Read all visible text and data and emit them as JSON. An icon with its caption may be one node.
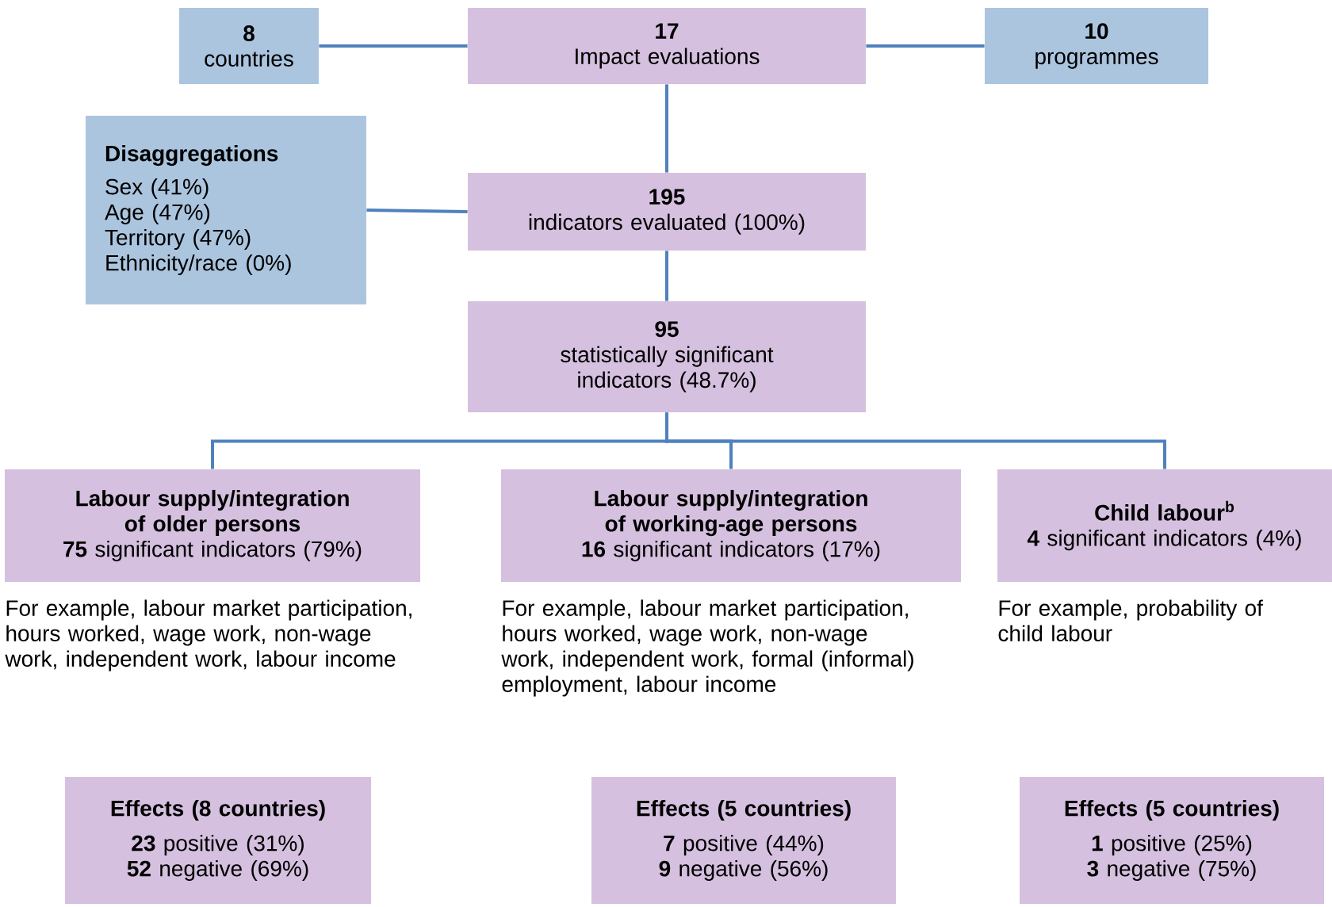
{
  "diagram": {
    "nodes": [
      {
        "text": [
          "8",
          "countries"
        ]
      },
      {
        "text": [
          "17",
          "Impact evaluations"
        ]
      },
      {
        "text": [
          "10",
          "programmes"
        ]
      },
      {
        "text": [
          "Disaggregations",
          "Sex (41%)",
          "Age (47%)",
          "Territory (47%)",
          "Ethnicity/race (0%)"
        ]
      },
      {
        "text": [
          "195",
          "indicators evaluated (100%)"
        ]
      },
      {
        "text": [
          "95",
          "statistically significant indicators (48.7%)"
        ]
      },
      {
        "text": [
          "Labour supply/integration of older persons",
          "**75** significant indicators (79%)"
        ],
        "beside": [
          "For example, labour market participation, hours worked, wage work, non-wage work, independent work, labour income"
        ]
      },
      {
        "text": [
          "Labour supply/integration of working-age persons",
          "**16** significant indicators (17%)"
        ],
        "beside": [
          "For example, labour market participation, hours worked, wage work, non-wage work, independent work, formal (informal) employment, labour income"
        ]
      },
      {
        "text": [
          "Child labour$^{b}$",
          "**4** significant indicators (4%)"
        ],
        "beside": [
          "For example, probability of child labour"
        ]
      },
      {
        "text": [
          "Effects (8 countries)",
          "**23** positive (31%)",
          "**52** negative (69%)"
        ]
      },
      {
        "text": [
          "Effects (5 countries)",
          "**7** positive (44%)",
          "**9** negative (56%)"
        ]
      },
      {
        "text": [
          "Effects (5 countries)",
          "**1** positive (25%)",
          "**3** negative (75%)"
        ]
      }
    ],
    "edges": [
      {
        "from": 0,
        "to": 1,
        "arrow": "none"
      },
      {
        "from": 1,
        "to": 2,
        "arrow": "none"
      },
      {
        "from": 1,
        "to": 4,
        "arrow": "none"
      },
      {
        "from": 3,
        "to": 4,
        "arrow": "none"
      },
      {
        "from": 4,
        "to": 5,
        "arrow": "none"
      },
      {
        "from": 5,
        "to": 6,
        "arrow": "none"
      },
      {
        "from": 5,
        "to": 7,
        "arrow": "none"
      },
      {
        "from": 5,
        "to": 8,
        "arrow": "none"
      }
    ]
  }
}
